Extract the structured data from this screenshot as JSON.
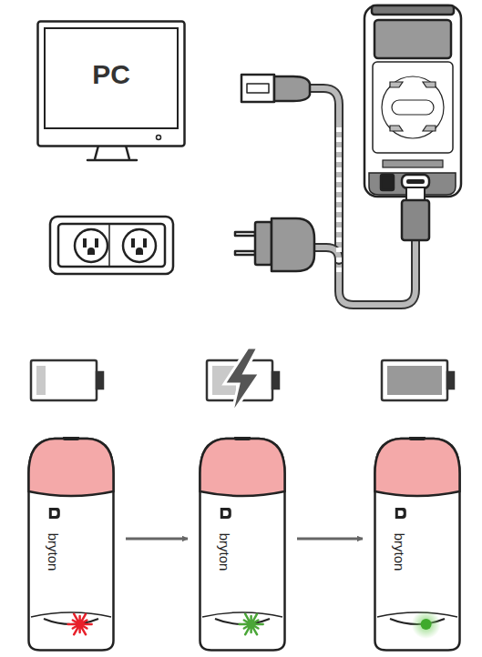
{
  "diagram": {
    "nodes": [
      {
        "text": [
          "PC"
        ]
      },
      {
        "text": [
          "bryton"
        ]
      },
      {
        "text": [
          "bryton"
        ]
      },
      {
        "text": [
          "bryton"
        ]
      }
    ],
    "edges": [
      {
        "from": 1,
        "to": 2,
        "arrow": "to"
      },
      {
        "from": 2,
        "to": 3,
        "arrow": "to"
      }
    ]
  }
}
